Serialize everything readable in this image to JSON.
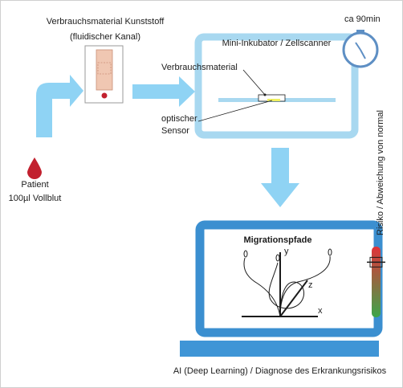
{
  "labels": {
    "consumable_title": "Verbrauchsmaterial Kunststoff",
    "consumable_sub": "(fluidischer Kanal)",
    "patient": "Patient",
    "blood_volume": "100µl Vollblut",
    "time": "ca 90min",
    "incubator_title": "Mini-Inkubator / Zellscanner",
    "inner_consumable": "Verbrauchsmaterial",
    "sensor_line1": "optischer",
    "sensor_line2": "Sensor",
    "risk_axis": "Risiko / Abweichung von normal",
    "screen_title": "Migrationspfade",
    "axis_x": "x",
    "axis_y": "y",
    "axis_z": "z",
    "ai_caption": "AI (Deep Learning) / Diagnose des Erkrankungsrisikos"
  },
  "colors": {
    "arrow": "#8fd3f4",
    "device_frame": "#a8d8f0",
    "laptop_frame": "#3b8fd0",
    "laptop_base": "#3f95d6",
    "blood": "#c2202e",
    "consumable": "#f0c7b2",
    "timer": "#5e8fc4",
    "sensor_bar": "#f0f060"
  },
  "risk_scale": {
    "low_color": "#3da54a",
    "high_color": "#e0323a",
    "marker_level": 0.78
  },
  "icons": {
    "blood_drop": "blood-drop-icon",
    "timer": "stopwatch-icon"
  }
}
